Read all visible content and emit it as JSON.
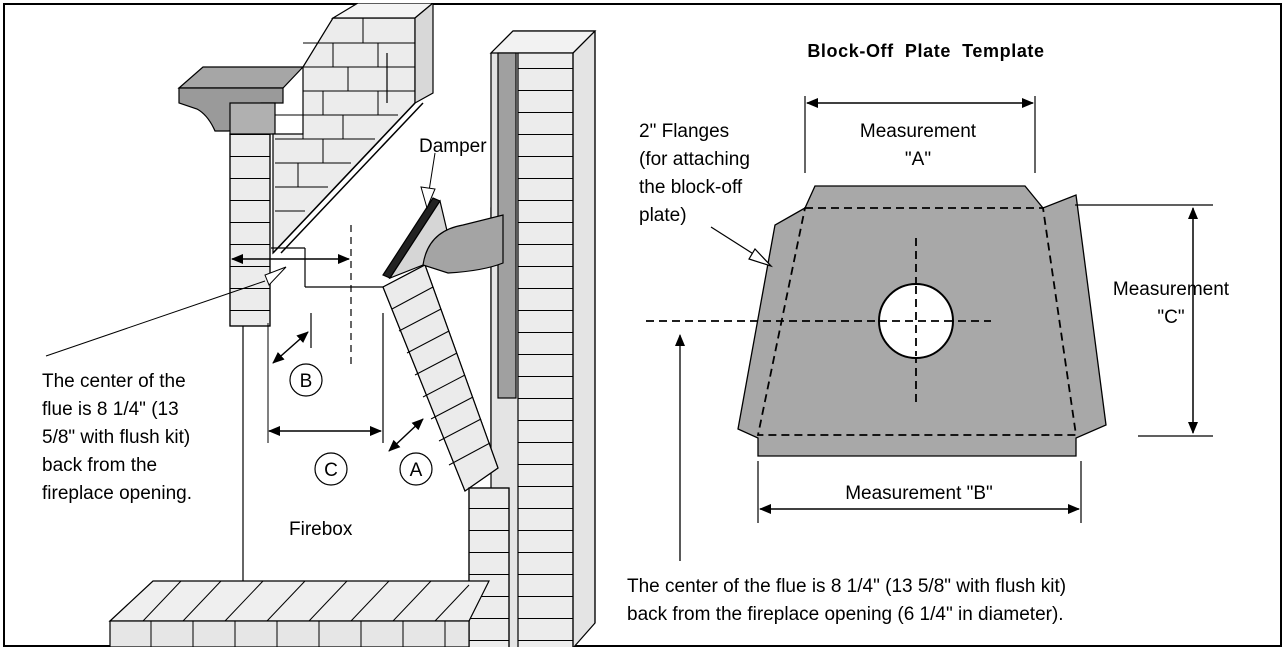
{
  "diagram": {
    "left": {
      "damper_label": "Damper",
      "firebox_label": "Firebox",
      "marker_a": "A",
      "marker_b": "B",
      "marker_c": "C",
      "flue_note_lines": [
        "The center of the",
        "flue is 8 1/4\" (13",
        "5/8\" with flush kit)",
        "back from the",
        "fireplace opening."
      ]
    },
    "right": {
      "title": "Block-Off  Plate  Template",
      "flanges_label_lines": [
        "2\" Flanges",
        "(for attaching",
        "the block-off",
        "plate)"
      ],
      "measurement_a_lines": [
        "Measurement",
        "\"A\""
      ],
      "measurement_b": "Measurement \"B\"",
      "measurement_c_lines": [
        "Measurement",
        "\"C\""
      ],
      "footer_note_lines": [
        "The center of the flue is 8 1/4\" (13 5/8\" with flush kit)",
        "back from the fireplace opening (6 1/4\" in diameter)."
      ]
    },
    "colors": {
      "plate_gray": "#a8a8a8",
      "brick_face": "#e9e9e9",
      "brick_shadow": "#cfcfcf",
      "dark_gray": "#999999"
    }
  }
}
